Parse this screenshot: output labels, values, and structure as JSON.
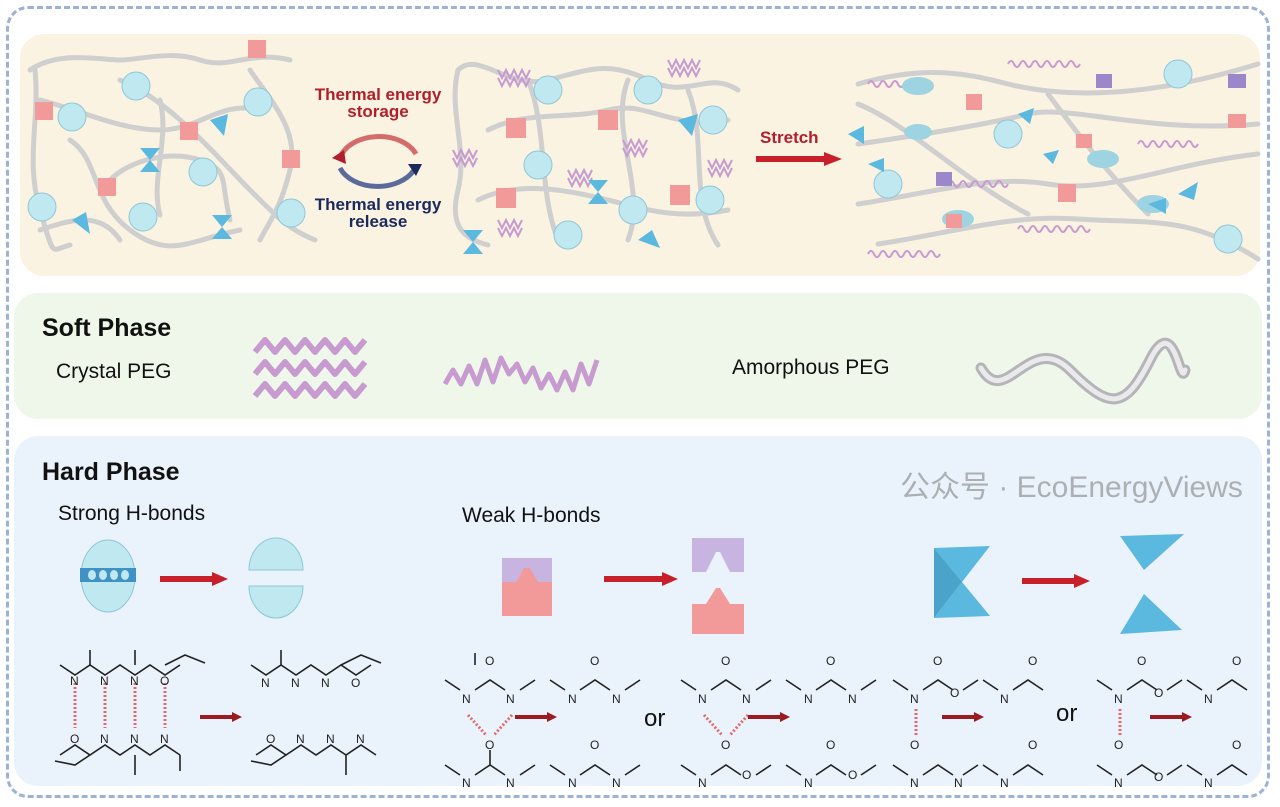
{
  "top_panel": {
    "storage_label_line1": "Thermal energy",
    "storage_label_line2": "storage",
    "release_label_line1": "Thermal energy",
    "release_label_line2": "release",
    "stretch_label": "Stretch"
  },
  "soft_phase": {
    "title": "Soft Phase",
    "crystal_label": "Crystal PEG",
    "amorphous_label": "Amorphous PEG"
  },
  "hard_phase": {
    "title": "Hard Phase",
    "strong_label": "Strong H-bonds",
    "weak_label": "Weak H-bonds",
    "or_label_1": "or",
    "or_label_2": "or"
  },
  "watermark": "公众号 · EcoEnergyViews",
  "colors": {
    "frame": "#9db3d4",
    "top_bg": "#fbf3e1",
    "soft_bg": "#eef7e9",
    "hard_bg": "#eaf3fb",
    "arrow_red": "#c8202a",
    "sphere": "#bfe8f0",
    "cube_pink": "#f29a9a",
    "cube_purple": "#c8b4e0",
    "triangle_blue": "#5bb8de",
    "peg_purple": "#c79ad0",
    "chain_grey": "#cfcfcf"
  }
}
